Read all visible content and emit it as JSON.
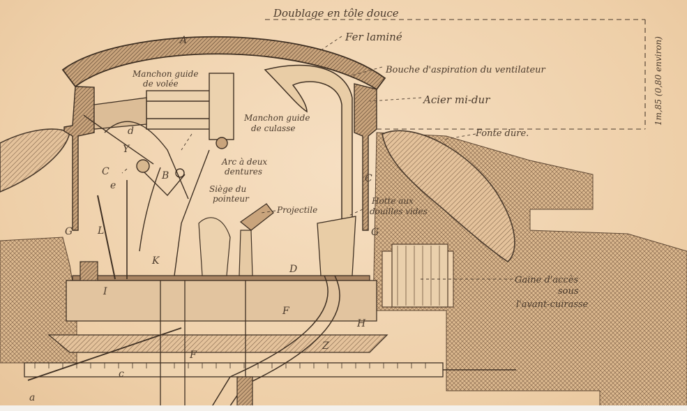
{
  "labels": {
    "doublage": "Doublage en tôle douce",
    "fer_lamine": "Fer laminé",
    "bouche": "Bouche d'aspiration du ventilateur",
    "acier": "Acier mi-dur",
    "fonte": "Fonte dure.",
    "manchon_volee_1": "Manchon guide",
    "manchon_volee_2": "de volée",
    "manchon_culasse_1": "Manchon guide",
    "manchon_culasse_2": "de culasse",
    "arc_1": "Arc à deux",
    "arc_2": "dentures",
    "siege_1": "Siège du",
    "siege_2": "pointeur",
    "projectile": "Projectile",
    "hotte_1": "Hotte aux",
    "hotte_2": "douilles vides",
    "gaine_1": "Gaine d'accès",
    "gaine_2": "sous",
    "gaine_3": "l'avant-cuirasse",
    "dimension": "1m,85 (0,80 environ)"
  },
  "letters": {
    "A": "A",
    "d": "d",
    "Y": "Y",
    "C": "C",
    "e": "e",
    "B": "B",
    "C2": "C",
    "G": "G",
    "G2": "G",
    "L": "L",
    "K": "K",
    "I": "I",
    "D": "D",
    "F": "F",
    "H": "H",
    "Z": "Z",
    "F2": "F",
    "a": "a",
    "c": "c"
  },
  "colors": {
    "ink": "#4a3a2c",
    "paper": "#f1d6b3",
    "hatch": "#7a5e45"
  }
}
